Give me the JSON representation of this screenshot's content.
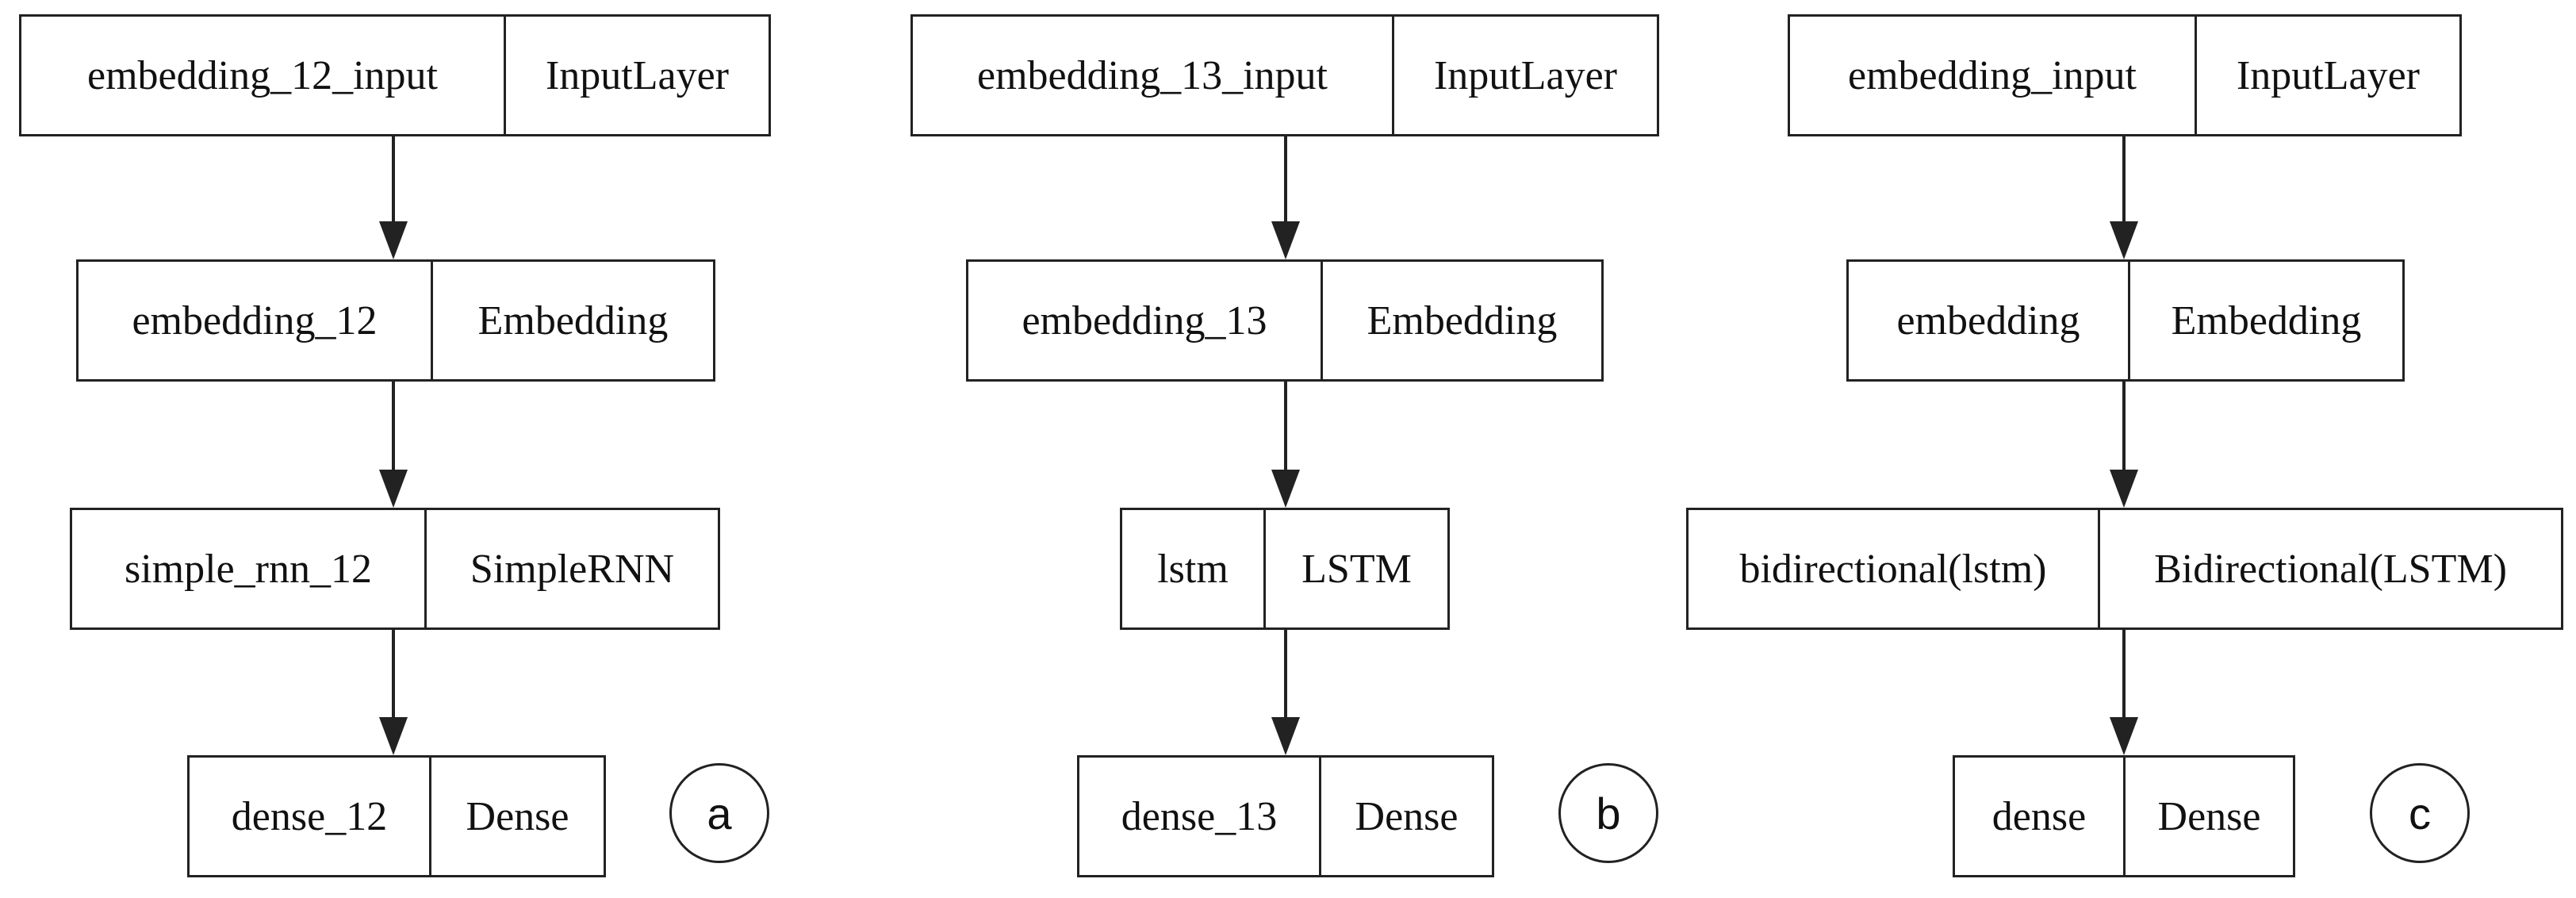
{
  "panels": [
    {
      "label": "a",
      "layers": [
        {
          "name": "embedding_12_input",
          "type": "InputLayer"
        },
        {
          "name": "embedding_12",
          "type": "Embedding"
        },
        {
          "name": "simple_rnn_12",
          "type": "SimpleRNN"
        },
        {
          "name": "dense_12",
          "type": "Dense"
        }
      ]
    },
    {
      "label": "b",
      "layers": [
        {
          "name": "embedding_13_input",
          "type": "InputLayer"
        },
        {
          "name": "embedding_13",
          "type": "Embedding"
        },
        {
          "name": "lstm",
          "type": "LSTM"
        },
        {
          "name": "dense_13",
          "type": "Dense"
        }
      ]
    },
    {
      "label": "c",
      "layers": [
        {
          "name": "embedding_input",
          "type": "InputLayer"
        },
        {
          "name": "embedding",
          "type": "Embedding"
        },
        {
          "name": "bidirectional(lstm)",
          "type": "Bidirectional(LSTM)"
        },
        {
          "name": "dense",
          "type": "Dense"
        }
      ]
    }
  ],
  "colors": {
    "stroke": "#222222",
    "background": "#ffffff",
    "text": "#111111"
  }
}
